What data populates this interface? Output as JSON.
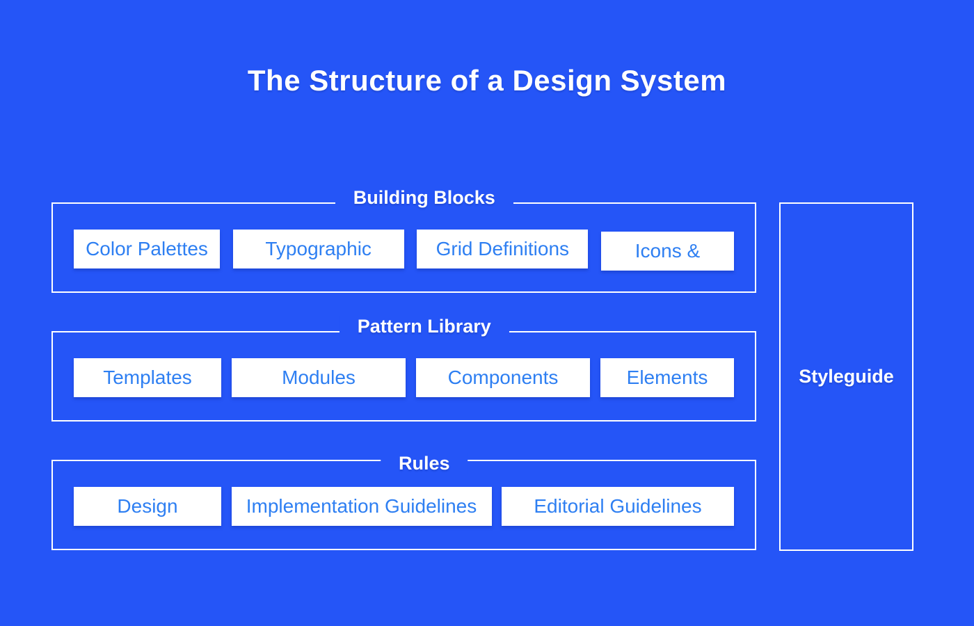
{
  "title": "The Structure of a Design System",
  "colors": {
    "background": "#2555F7",
    "block_text": "#2E7FF2",
    "line": "#FFFFFF"
  },
  "sections": [
    {
      "label": "Building Blocks",
      "items": [
        "Color Palettes",
        "Typographic",
        "Grid Definitions",
        "Icons &"
      ]
    },
    {
      "label": "Pattern Library",
      "items": [
        "Templates",
        "Modules",
        "Components",
        "Elements"
      ]
    },
    {
      "label": "Rules",
      "items": [
        "Design",
        "Implementation Guidelines",
        "Editorial Guidelines"
      ]
    }
  ],
  "styleguide": {
    "label": "Styleguide"
  }
}
